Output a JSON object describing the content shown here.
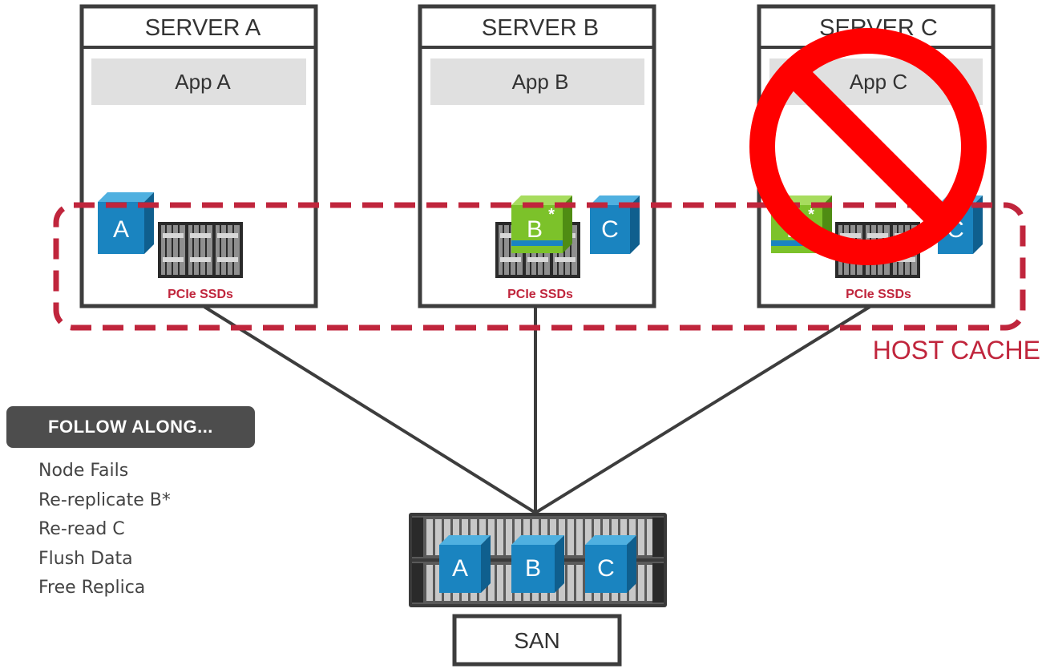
{
  "servers": [
    {
      "title": "SERVER A",
      "app": "App A",
      "ssd_label": "PCIe SSDs"
    },
    {
      "title": "SERVER B",
      "app": "App B",
      "ssd_label": "PCIe SSDs"
    },
    {
      "title": "SERVER C",
      "app": "App C",
      "ssd_label": "PCIe SSDs"
    }
  ],
  "cache_blocks": {
    "a": "A",
    "b": "B",
    "b_mark": "*",
    "c": "C"
  },
  "host_cache_label": "HOST CACHE",
  "san": {
    "label": "SAN",
    "blocks": [
      "A",
      "B",
      "C"
    ]
  },
  "follow_along": {
    "title": "FOLLOW ALONG...",
    "steps": [
      "Node Fails",
      "Re-replicate B*",
      "Re-read C",
      "Flush Data",
      "Free Replica"
    ]
  },
  "colors": {
    "blue_block": "#1a84c0",
    "green_block": "#7cc22a",
    "cache_red": "#c0253c",
    "prohibit_red": "#ff0000",
    "frame": "#3d3d3d"
  },
  "icons": {
    "failure": "prohibition-icon",
    "storage": "server-rack-icon"
  }
}
